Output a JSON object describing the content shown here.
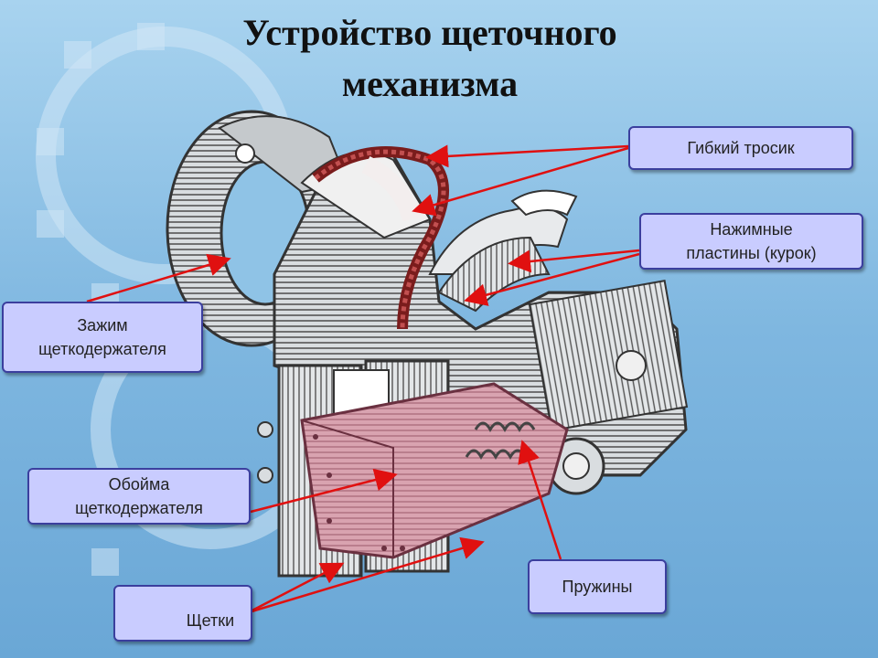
{
  "title": {
    "line1": "Устройство щеточного",
    "line2": "механизма"
  },
  "labels": {
    "flexible_cable": "Гибкий тросик",
    "pressure_plates_line1": "Нажимные",
    "pressure_plates_line2": "пластины  (курок)",
    "holder_clamp_line1": "Зажим",
    "holder_clamp_line2": "щеткодержателя",
    "holder_cage_line1": "Обойма",
    "holder_cage_line2": "щеткодержателя",
    "springs": "Пружины",
    "brushes": "Щетки"
  },
  "colors": {
    "background": "#8fc3e6",
    "label_fill": "#c9ccff",
    "label_border": "#3b3f9e",
    "arrow": "#e01010",
    "cable": "#8a2020",
    "cage": "#c88a9a"
  }
}
